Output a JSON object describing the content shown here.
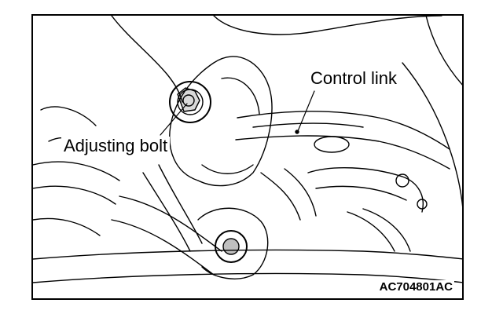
{
  "labels": {
    "control_link": "Control link",
    "adjusting_bolt": "Adjusting bolt"
  },
  "figure_code": "AC704801AC",
  "colors": {
    "line": "#000000",
    "background": "#ffffff"
  }
}
